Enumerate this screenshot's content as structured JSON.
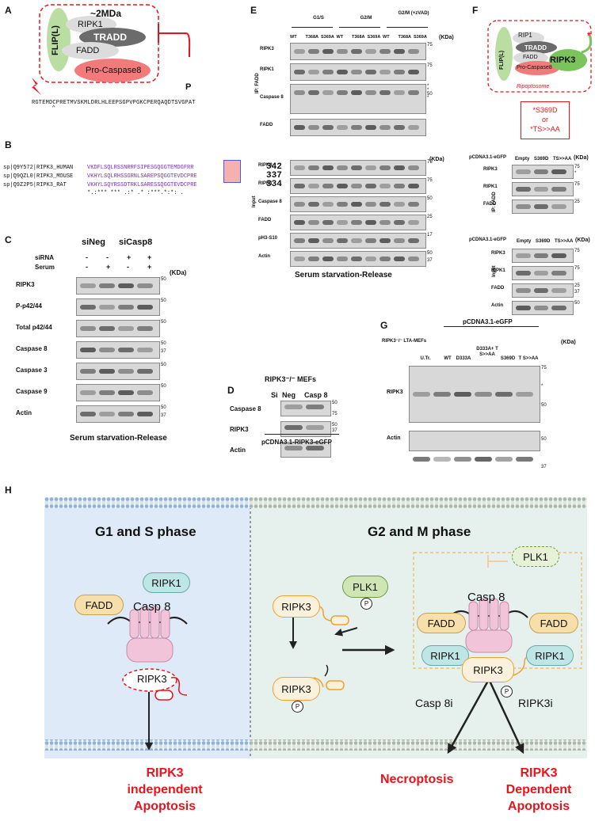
{
  "panels": {
    "a": {
      "letter": "A",
      "mda": "~2MDa",
      "flip": "FLIP(L)",
      "ripk1": "RIPK1",
      "tradd": "TRADD",
      "fadd": "FADD",
      "procasp": "Pro-Caspase8",
      "p": "P",
      "seq": "RGTEMDCPRETMVSKMLDRLHLEEPSGPVPGKCPERQAQDTSVGPAT",
      "caret": "^"
    },
    "b": {
      "letter": "B",
      "rows": [
        {
          "id": "sp|Q9Y572|RIPK3_HUMAN",
          "seq": "VKDFLSQLRSSNRRFSIPESGQGGTEMDGFRR",
          "num": "342"
        },
        {
          "id": "sp|Q9QZL0|RIPK3_MOUSE",
          "seq": "VKHYLSQLRHSSGRNLSAREPSQGGTEVDCPRE",
          "num": "337"
        },
        {
          "id": "sp|Q9Z2P5|RIPK3_RAT",
          "seq": "VKHYLSQYRSSDTRKLSARESSQGGTEVDCPRE",
          "num": "334"
        }
      ],
      "cons": "*.:*** ***  .:*   .*  :***.*:*: ."
    },
    "c": {
      "letter": "C",
      "sineg": "siNeg",
      "sicasp": "siCasp8",
      "sirna": "siRNA",
      "serum": "Serum",
      "sirna_vals": [
        "-",
        "-",
        "+",
        "+"
      ],
      "serum_vals": [
        "-",
        "+",
        "-",
        "+"
      ],
      "kda": "(KDa)",
      "rows": [
        {
          "label": "RIPK3",
          "marks": [
            "50"
          ]
        },
        {
          "label": "P-p42/44",
          "marks": [
            "50"
          ]
        },
        {
          "label": "Total p42/44",
          "marks": [
            "50"
          ]
        },
        {
          "label": "Caspase 8",
          "marks": [
            "50",
            "37"
          ]
        },
        {
          "label": "Caspase 3",
          "marks": [
            "50"
          ]
        },
        {
          "label": "Caspase 9",
          "marks": [
            "50"
          ]
        },
        {
          "label": "Actin",
          "marks": [
            "50",
            "37"
          ]
        }
      ],
      "footer": "Serum starvation-Release"
    },
    "d": {
      "letter": "D",
      "title": "RIPK3⁻/⁻ MEFs",
      "si": "Si",
      "neg": "Neg",
      "casp": "Casp 8",
      "rows": [
        {
          "label": "Caspase 8",
          "marks": [
            "50"
          ]
        },
        {
          "label": "RIPK3",
          "marks": [
            "75"
          ]
        },
        {
          "label": "Actin",
          "marks": [
            "50",
            "37"
          ]
        }
      ],
      "footer": "pCDNA3.1-RIPK3-eGFP"
    },
    "e": {
      "letter": "E",
      "groups": [
        "G1/S",
        "G2/M",
        "G2/M (+zVAD)"
      ],
      "lanes": [
        "WT",
        "T368A",
        "S369A",
        "WT",
        "T368A",
        "S369A",
        "WT",
        "T368A",
        "S369A"
      ],
      "kda": "(KDa)",
      "ip": "IP: FADD",
      "input": "Input",
      "ip_rows": [
        {
          "label": "RIPK3",
          "marks": [
            "75"
          ]
        },
        {
          "label": "RIPK1",
          "marks": [
            "75"
          ]
        },
        {
          "label": "Caspase 8",
          "marks": [
            "*",
            "*",
            "50",
            "*"
          ]
        },
        {
          "label": "FADD",
          "marks": []
        }
      ],
      "in_rows": [
        {
          "label": "RIPK3",
          "marks": [
            "75"
          ]
        },
        {
          "label": "RIPK1",
          "marks": [
            "75"
          ]
        },
        {
          "label": "Caspase 8",
          "marks": [
            "50"
          ]
        },
        {
          "label": "FADD",
          "marks": [
            "25"
          ]
        },
        {
          "label": "pH3-S10",
          "marks": [
            "17"
          ]
        },
        {
          "label": "Actin",
          "marks": [
            "50",
            "37"
          ]
        }
      ],
      "footer": "Serum starvation-Release"
    },
    "f": {
      "letter": "F",
      "rip1": "RIP1",
      "tradd": "TRADD",
      "fadd": "FADD",
      "flip": "FLIP(L)",
      "ripk3": "RIPK3",
      "procasp": "Pro-Caspase8",
      "ripop": "Ripoptosome",
      "mut1": "*S369D",
      "or": "or",
      "mut2": "*TS>>AA",
      "star": "*",
      "vector": "pCDNA3.1-eGFP",
      "lanes": [
        "Empty",
        "S369D",
        "TS>>AA"
      ],
      "kda": "(KDa)",
      "ip": "IP: FADD",
      "input": "Input",
      "ip_rows": [
        {
          "label": "RIPK3",
          "marks": [
            "75",
            "*"
          ]
        },
        {
          "label": "RIPK1",
          "marks": [
            "75"
          ]
        },
        {
          "label": "FADD",
          "marks": [
            "25"
          ]
        }
      ],
      "in_rows": [
        {
          "label": "RIPK3",
          "marks": [
            "75"
          ]
        },
        {
          "label": "RIPK1",
          "marks": [
            "75"
          ]
        },
        {
          "label": "FADD",
          "marks": [
            "25",
            "37"
          ]
        },
        {
          "label": "Actin",
          "marks": [
            "50"
          ]
        }
      ]
    },
    "g": {
      "letter": "G",
      "cells": "RIPK3⁻/⁻ LTA-MEFs",
      "vector": "pCDNA3.1-eGFP",
      "kda": "(KDa)",
      "lanes": [
        "U.Tr.",
        "WT",
        "D333A",
        "D333A+ T S>>AA",
        "S369D",
        "T S>>AA"
      ],
      "rows": [
        {
          "label": "RIPK3",
          "marks": [
            "75",
            "*",
            "50"
          ]
        },
        {
          "label": "Actin",
          "marks": [
            "50",
            "37"
          ]
        }
      ]
    },
    "h": {
      "letter": "H",
      "left_title": "G1 and S phase",
      "right_title": "G2 and M phase",
      "fadd": "FADD",
      "ripk1": "RIPK1",
      "casp8": "Casp 8",
      "ripk3": "RIPK3",
      "plk1": "PLK1",
      "p": "P",
      "casp8i": "Casp 8i",
      "ripk3i": "RIPK3i",
      "out_left": [
        "RIPK3",
        "independent",
        "Apoptosis"
      ],
      "out_mid": "Necroptosis",
      "out_right": [
        "RIPK3",
        "Dependent",
        "Apoptosis"
      ]
    }
  },
  "colors": {
    "red": "#e8141c",
    "green_pill": "#cfe6b4",
    "teal_pill": "#bfe6e6",
    "tan_pill": "#f6dfa8",
    "left_bg": "#dfeaf8",
    "right_bg": "#e6f1ee"
  }
}
